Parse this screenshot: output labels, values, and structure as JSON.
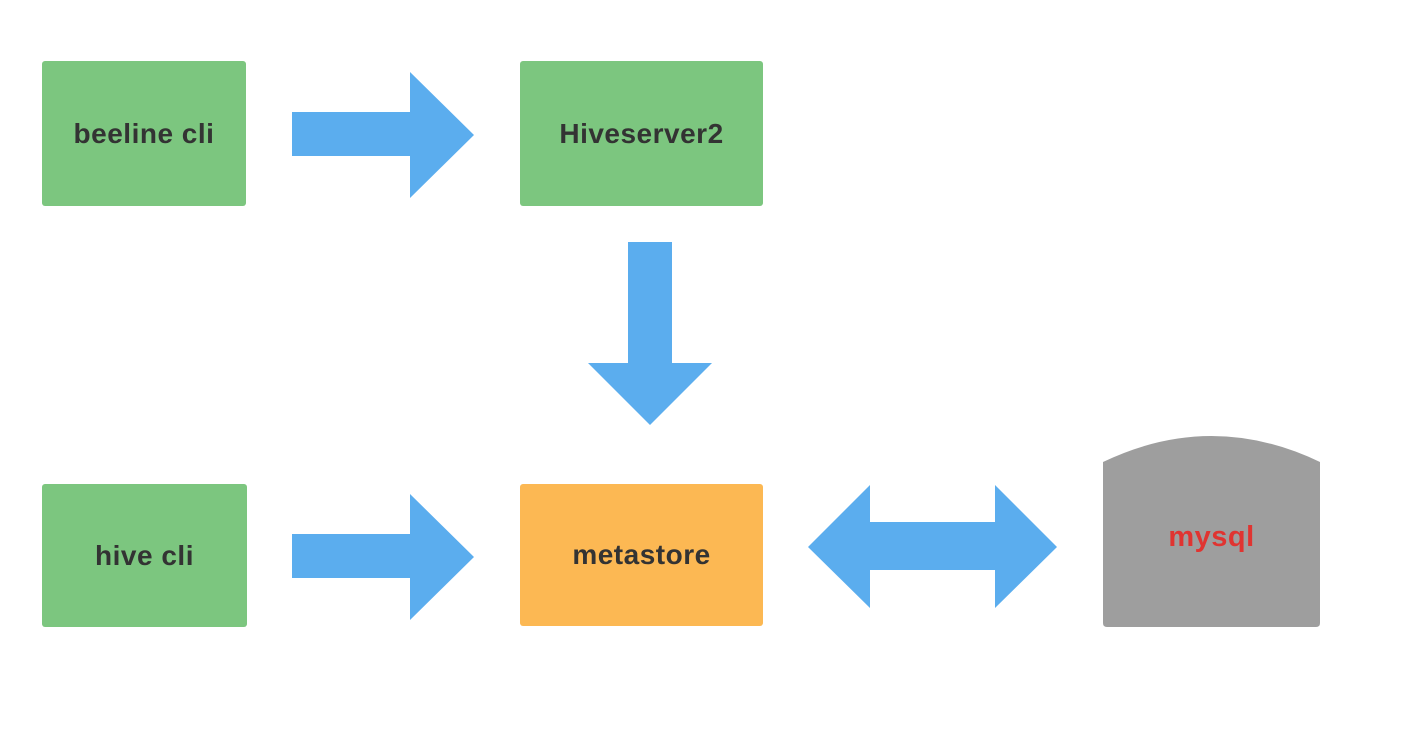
{
  "diagram": {
    "background": "#ffffff",
    "arrow_color": "#5BADEE",
    "text_color": "#333333",
    "nodes": {
      "beeline_cli": {
        "label": "beeline cli",
        "shape": "rectangle",
        "fill": "#7CC67F",
        "label_color": "#333333"
      },
      "hiveserver2": {
        "label": "Hiveserver2",
        "shape": "rectangle",
        "fill": "#7CC67F",
        "label_color": "#333333"
      },
      "hive_cli": {
        "label": "hive cli",
        "shape": "rectangle",
        "fill": "#7CC67F",
        "label_color": "#333333"
      },
      "metastore": {
        "label": "metastore",
        "shape": "rectangle",
        "fill": "#FCB853",
        "label_color": "#333333"
      },
      "mysql": {
        "label": "mysql",
        "shape": "arched-top-rectangle",
        "fill": "#9E9E9E",
        "label_color": "#E03431"
      }
    },
    "edges": [
      {
        "from": "beeline cli",
        "to": "Hiveserver2",
        "arrow": "right"
      },
      {
        "from": "Hiveserver2",
        "to": "metastore",
        "arrow": "down"
      },
      {
        "from": "hive cli",
        "to": "metastore",
        "arrow": "right"
      },
      {
        "from": "metastore",
        "to": "mysql",
        "arrow": "bidirectional"
      }
    ]
  }
}
